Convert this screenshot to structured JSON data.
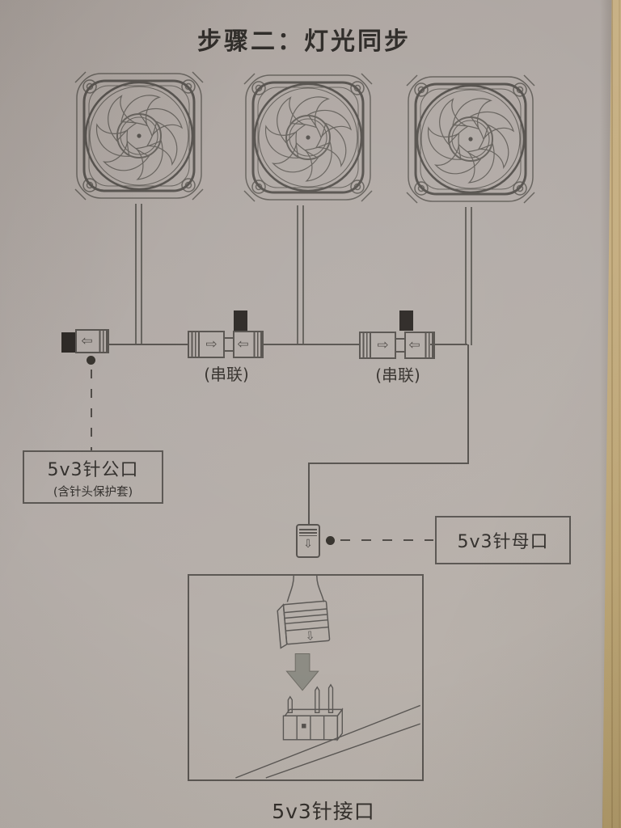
{
  "title": "步骤二：灯光同步",
  "labels": {
    "series_1": "(串联)",
    "series_2": "(串联)",
    "male_connector_line1": "5v3针公口",
    "male_connector_line2": "(含针头保护套)",
    "female_connector": "5v3针母口",
    "header_caption": "5v3针接口"
  },
  "icons": {
    "arrow_left": "⇦",
    "arrow_right": "⇨",
    "arrow_down": "⇩",
    "big_down_arrow": "filled-down-arrow"
  },
  "colors": {
    "paper": "#b2aba7",
    "wood": "#c2ab7c",
    "line": "#56524e",
    "ink": "#2e2b28",
    "cap_black": "#2b2724",
    "arrow_fill": "#8d8c84"
  }
}
